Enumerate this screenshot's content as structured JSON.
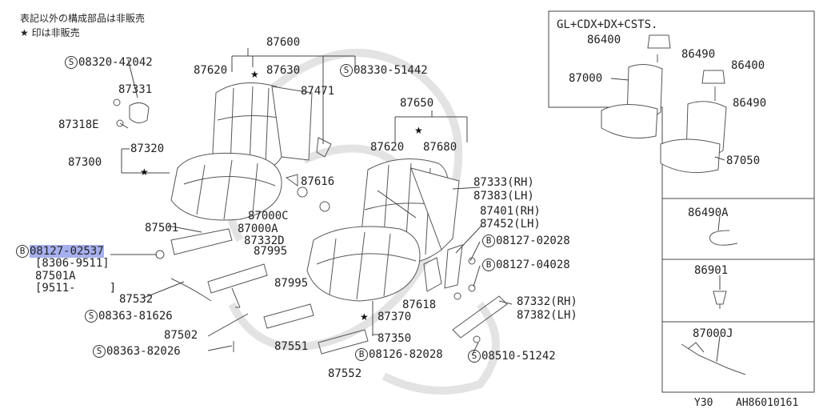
{
  "notes": {
    "line1": "表記以外の構成部品は非販売",
    "line2": "★ 印は非販売"
  },
  "inset": {
    "grade": "GL+CDX+DX+CSTS."
  },
  "parts": {
    "p87600": "87600",
    "p87620": "87620",
    "p87630": "87630",
    "p87471": "87471",
    "s08330_51442": "08330-51442",
    "s08320_42042": "08320-42042",
    "p87331": "87331",
    "p87318E": "87318E",
    "p87320": "87320",
    "p87300": "87300",
    "p87616": "87616",
    "p87000C": "87000C",
    "p87000A": "87000A",
    "p87332D": "87332D",
    "p87501": "87501",
    "p87995a": "87995",
    "p87995b": "87995",
    "b08127_02537": "08127-02537",
    "range1": "[8306-9511]",
    "p87501A": "87501A",
    "range2": "[9511-     ]",
    "p87532": "87532",
    "s08363_81626": "08363-81626",
    "p87502": "87502",
    "s08363_82026": "08363-82026",
    "p87551": "87551",
    "p87552": "87552",
    "p87650": "87650",
    "p87620b": "87620",
    "p87680": "87680",
    "p87333": "87333(RH)",
    "p87383": "87383(LH)",
    "p87401": "87401(RH)",
    "p87452": "87452(LH)",
    "b08127_02028": "08127-02028",
    "b08127_04028": "08127-04028",
    "p87618": "87618",
    "p87370": "87370",
    "p87350": "87350",
    "b08126_82028": "08126-82028",
    "s08510_51242": "08510-51242",
    "p87332": "87332(RH)",
    "p87382": "87382(LH)",
    "p86400a": "86400",
    "p86490a": "86490",
    "p86400b": "86400",
    "p87000": "87000",
    "p86490b": "86490",
    "p87050": "87050",
    "p86490A": "86490A",
    "p86901": "86901",
    "p87000J": "87000J"
  },
  "symbols": {
    "screw": "S",
    "bolt": "B",
    "not_sold": "★"
  },
  "footer": {
    "model": "Y30",
    "code": "AH86010161"
  }
}
